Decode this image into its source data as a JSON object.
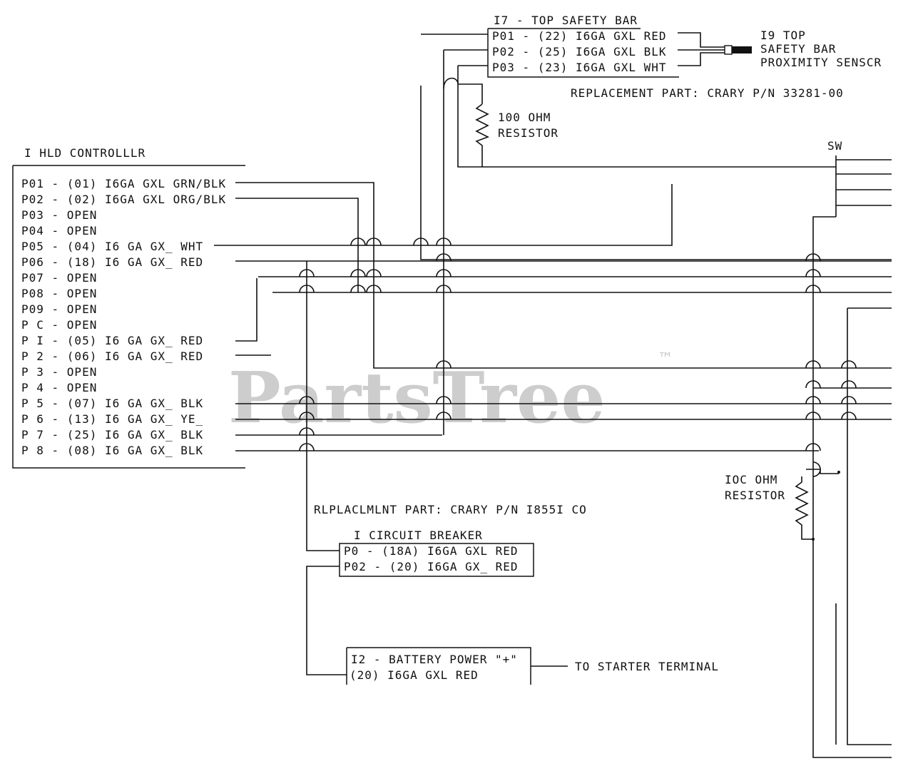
{
  "watermark": {
    "text": "PartsTree",
    "trademark": "™"
  },
  "top_safety_bar": {
    "title": "I7 - TOP SAFETY BAR",
    "pins": [
      "P01 - (22) I6GA GXL RED",
      "P02 - (25) I6GA GXL BLK",
      "P03 - (23) I6GA GXL WHT"
    ]
  },
  "sensor": {
    "lines": [
      "I9 TOP",
      "SAFETY BAR",
      "PROXIMITY SENSCR"
    ]
  },
  "replacement_part_top": "REPLACEMENT PART:  CRARY P/N 33281-00",
  "resistor_top": {
    "lines": [
      "100 OHM",
      "RESISTOR"
    ]
  },
  "switch_label": "SW",
  "controller": {
    "title": "I  HLD CONTROLLLR",
    "pins": [
      "P01 - (01) I6GA GXL GRN/BLK",
      "P02 - (02) I6GA GXL ORG/BLK",
      "P03 - OPEN",
      "P04 - OPEN",
      "P05 - (04) I6 GA GX_ WHT",
      "P06 - (18) I6 GA GX_ RED",
      "P07 - OPEN",
      "P08 - OPEN",
      "P09 - OPEN",
      "P C - OPEN",
      "P I - (05) I6 GA GX_ RED",
      "P 2 - (06) I6 GA GX_ RED",
      "P 3 - OPEN",
      "P 4 - OPEN",
      "P 5 - (07) I6 GA GX_ BLK",
      "P 6 - (13) I6 GA GX_ YE_",
      "P 7 - (25) I6 GA GX_ BLK",
      "P 8 - (08) I6 GA GX_ BLK"
    ]
  },
  "resistor_right": {
    "lines": [
      "IOC OHM",
      "RESISTOR"
    ]
  },
  "replacement_part_bottom": "RLPLACLMLNT PART: CRARY P/N I855I CO",
  "circuit_breaker": {
    "title": "I   CIRCUIT BREAKER",
    "pins": [
      "P0  - (18A) I6GA GXL RED",
      "P02 - (20) I6GA GX_ RED"
    ]
  },
  "battery": {
    "title": "I2 - BATTERY POWER \"+\"",
    "pin": "(20) I6GA GXL RED",
    "to_label": "TO STARTER TERMINAL"
  }
}
